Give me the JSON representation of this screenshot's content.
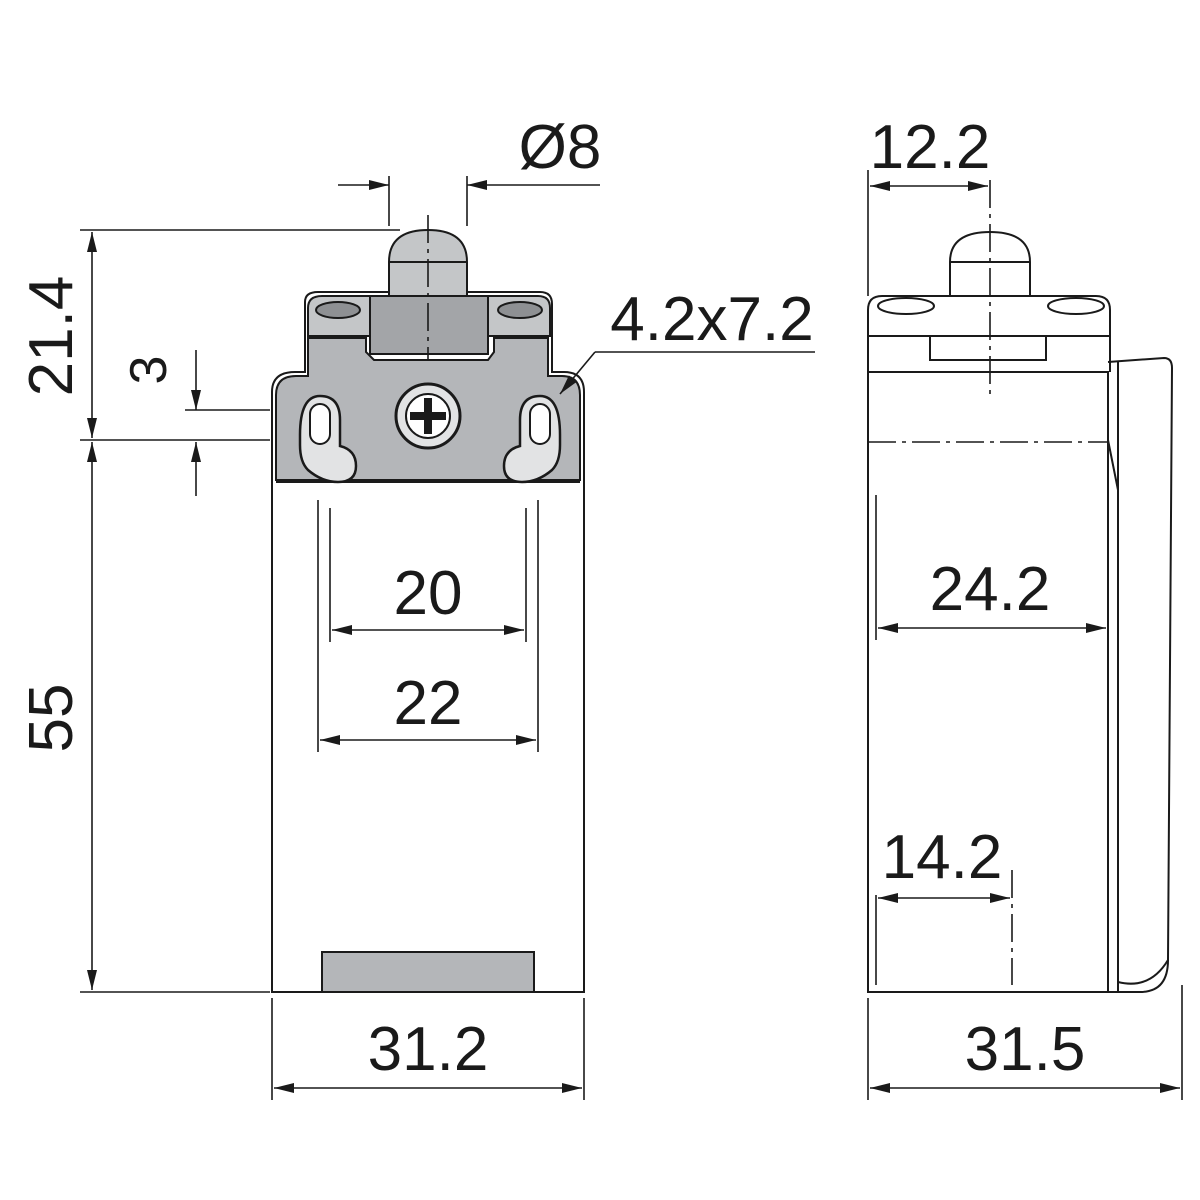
{
  "colors": {
    "body_fill": "#a3a5a8",
    "body_dark": "#8e9093",
    "body_light": "#c4c6c8",
    "outline": "#1a1a1a",
    "background": "#ffffff"
  },
  "front_view": {
    "dim_plunger_diameter": "Ø8",
    "dim_total_top_height": "21.4",
    "dim_hole_offset": "3",
    "dim_slot_size": "4.2x7.2",
    "dim_inner_spacing": "20",
    "dim_outer_spacing": "22",
    "dim_body_height": "55",
    "dim_body_width": "31.2"
  },
  "side_view": {
    "dim_plunger_offset": "12.2",
    "dim_inner_depth": "24.2",
    "dim_lower_offset": "14.2",
    "dim_total_depth": "31.5"
  }
}
